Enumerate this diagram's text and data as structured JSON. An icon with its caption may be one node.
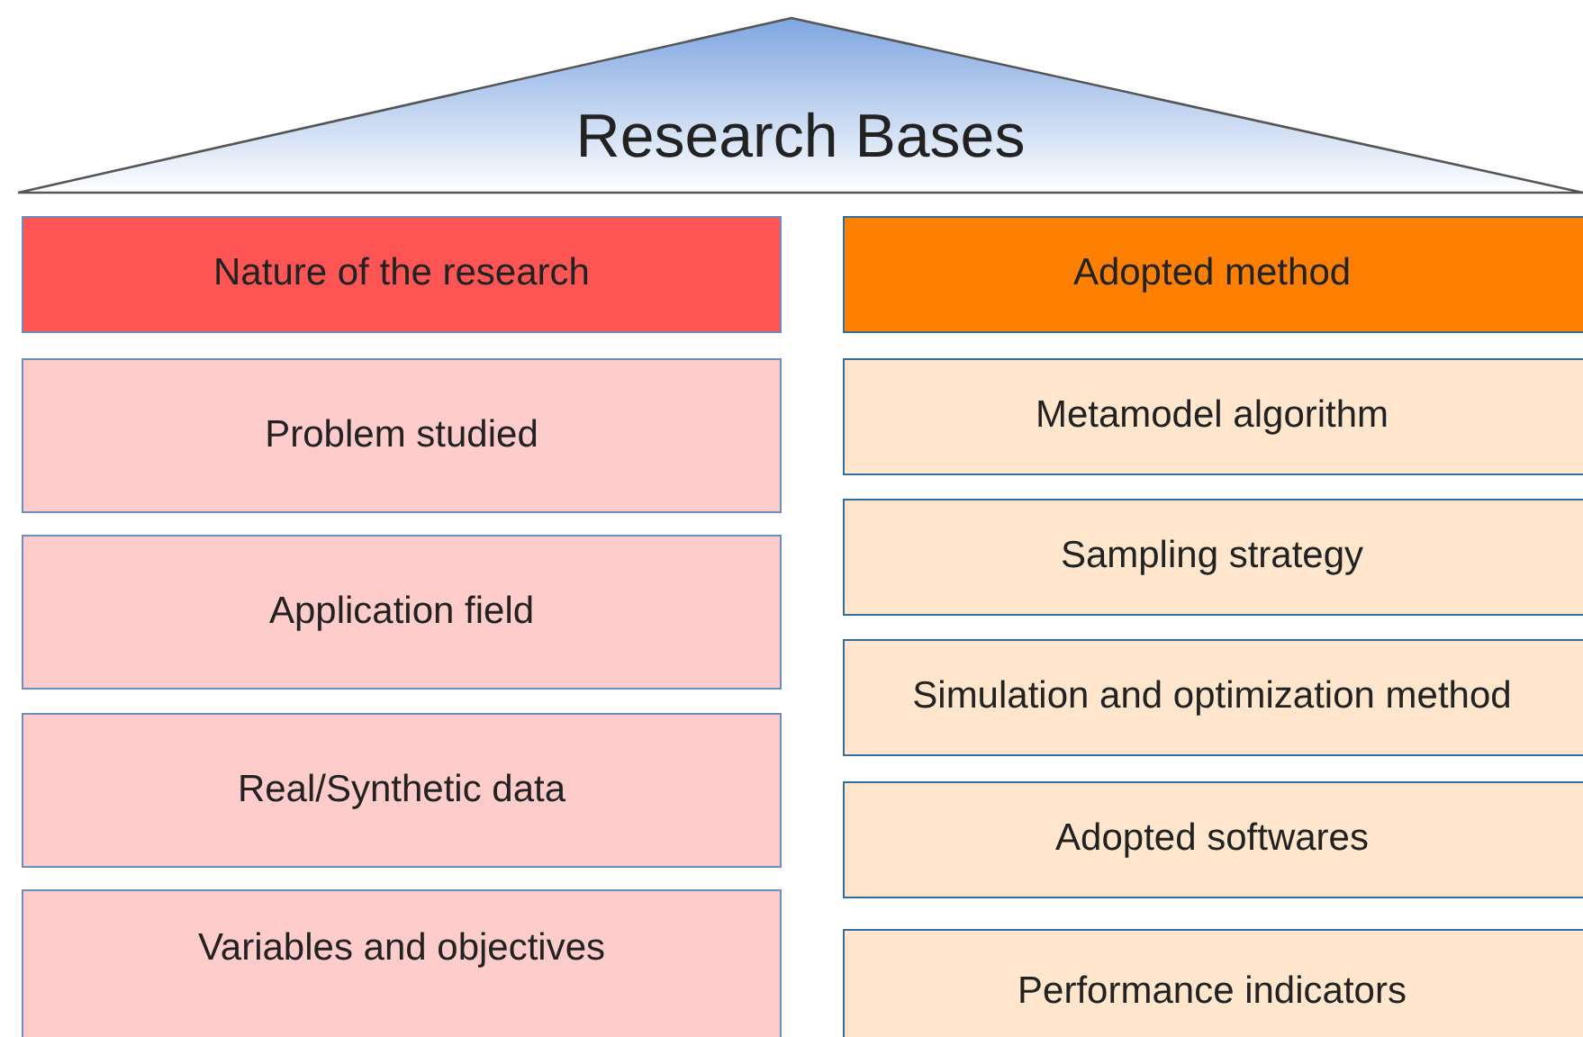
{
  "diagram": {
    "nodes": [
      {
        "text": [
          "Research Bases"
        ]
      },
      {
        "text": [
          "Nature of the research"
        ]
      },
      {
        "text": [
          "Problem studied"
        ]
      },
      {
        "text": [
          "Application field"
        ]
      },
      {
        "text": [
          "Real/Synthetic data"
        ]
      },
      {
        "text": [
          "Variables and objectives"
        ]
      },
      {
        "text": [
          "Adopted method"
        ]
      },
      {
        "text": [
          "Metamodel algorithm"
        ]
      },
      {
        "text": [
          "Sampling strategy"
        ]
      },
      {
        "text": [
          "Simulation and optimization method"
        ]
      },
      {
        "text": [
          "Adopted softwares"
        ]
      },
      {
        "text": [
          "Performance indicators"
        ]
      }
    ]
  }
}
